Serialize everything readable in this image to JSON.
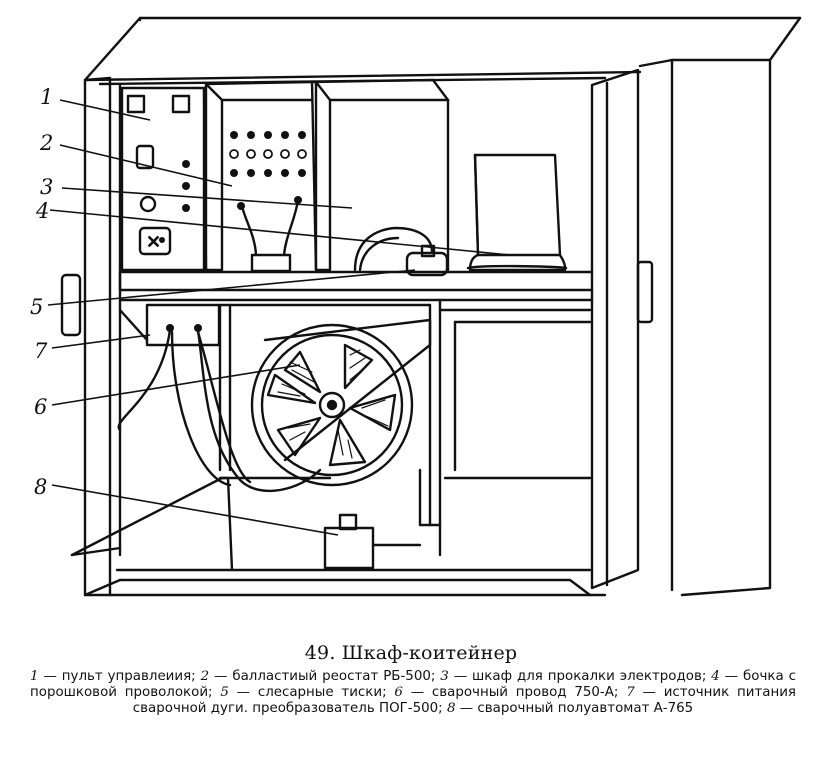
{
  "figure": {
    "callouts": [
      "1",
      "2",
      "3",
      "4",
      "5",
      "7",
      "6",
      "8"
    ]
  },
  "caption": {
    "title": "49. Шкаф-коитейнер",
    "legend": [
      {
        "num": "1",
        "text": " — пульт управлеиия; "
      },
      {
        "num": "2",
        "text": " — балластиый реостат РБ-500; "
      },
      {
        "num": "3",
        "text": " — шкаф для прокалки электродов; "
      },
      {
        "num": "4",
        "text": " — бочка с порошковой проволокой; "
      },
      {
        "num": "5",
        "text": " — слесарные тиски; "
      },
      {
        "num": "6",
        "text": " — сварочный провод 750-А; "
      },
      {
        "num": "7",
        "text": " — источник питания сварочной дуги. преобразователь ПОГ-500; "
      },
      {
        "num": "8",
        "text": " — сварочный полуавтомат А-765"
      }
    ]
  }
}
